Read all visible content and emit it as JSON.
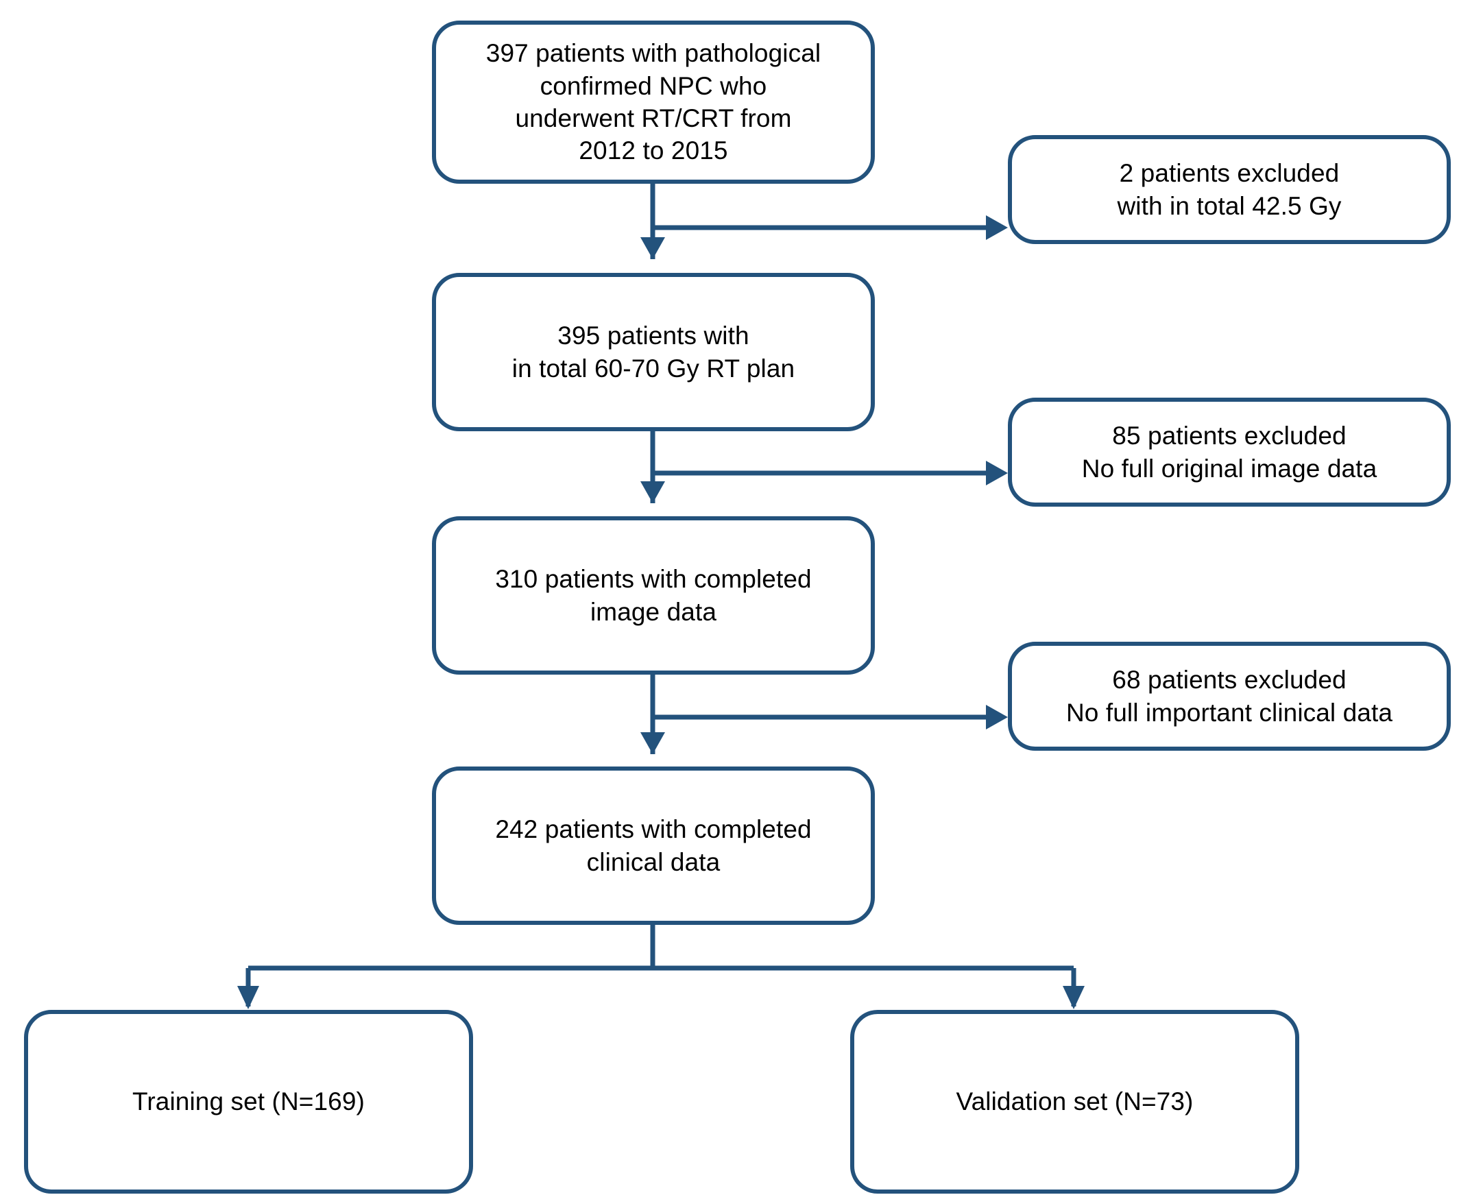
{
  "diagram": {
    "type": "patient-selection-flowchart",
    "accent_color": "#23527c",
    "background_color": "#ffffff",
    "text_color": "#000000",
    "nodes": {
      "cohort_initial": "397 patients with pathological\nconfirmed NPC who\nunderwent  RT/CRT from\n2012 to 2015",
      "cohort_rtplan": "395 patients with\nin total 60-70 Gy RT plan",
      "cohort_image": "310 patients with completed\nimage data",
      "cohort_clinical": "242 patients with completed\nclinical data",
      "exclusion_dose": "2 patients excluded\nwith in total 42.5 Gy",
      "exclusion_image": "85 patients excluded\nNo full original image data",
      "exclusion_clinical": "68 patients excluded\nNo full important clinical data",
      "split_training": "Training set (N=169)",
      "split_validation": "Validation set (N=73)"
    },
    "counts": {
      "initial_patients": 397,
      "excluded_dose": 2,
      "after_dose_filter": 395,
      "excluded_no_image": 85,
      "after_image_filter": 310,
      "excluded_no_clinical": 68,
      "after_clinical_filter": 242,
      "training_n": 169,
      "validation_n": 73
    },
    "edges": [
      {
        "name": "initial-to-rtplan",
        "from": "cohort_initial",
        "to": "cohort_rtplan",
        "kind": "vertical-arrow"
      },
      {
        "name": "initial-to-exclusion-dose",
        "from": "cohort_initial",
        "to": "exclusion_dose",
        "kind": "branch-right-arrow"
      },
      {
        "name": "rtplan-to-image",
        "from": "cohort_rtplan",
        "to": "cohort_image",
        "kind": "vertical-arrow"
      },
      {
        "name": "rtplan-to-exclusion-image",
        "from": "cohort_rtplan",
        "to": "exclusion_image",
        "kind": "branch-right-arrow"
      },
      {
        "name": "image-to-clinical",
        "from": "cohort_image",
        "to": "cohort_clinical",
        "kind": "vertical-arrow"
      },
      {
        "name": "image-to-exclusion-clinical",
        "from": "cohort_image",
        "to": "exclusion_clinical",
        "kind": "branch-right-arrow"
      },
      {
        "name": "clinical-to-training",
        "from": "cohort_clinical",
        "to": "split_training",
        "kind": "split-arrow"
      },
      {
        "name": "clinical-to-validation",
        "from": "cohort_clinical",
        "to": "split_validation",
        "kind": "split-arrow"
      }
    ]
  }
}
